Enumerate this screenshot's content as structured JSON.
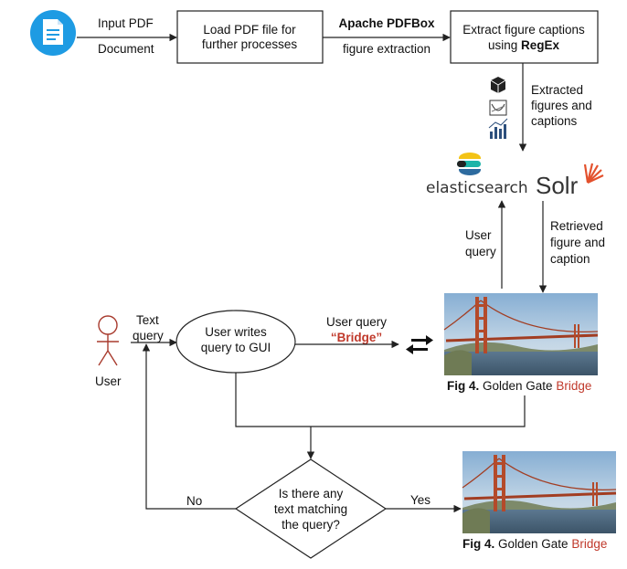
{
  "nodes": {
    "input_pdf": {
      "line1": "Input PDF",
      "line2": "Document"
    },
    "load_pdf": {
      "line1": "Load PDF file for",
      "line2": "further processes"
    },
    "pdfbox": {
      "prefix": "Apache ",
      "name": "PDFBox",
      "sub": "figure extraction"
    },
    "extract": {
      "line1": "Extract figure captions",
      "prefix": "using ",
      "name": "RegEx"
    },
    "extracted": {
      "line1": "Extracted",
      "line2": "figures and",
      "line3": "captions"
    },
    "elasticsearch": {
      "label": "elasticsearch"
    },
    "solr": {
      "label": "Solr"
    },
    "user_query_up": {
      "line1": "User",
      "line2": "query"
    },
    "retrieved": {
      "line1": "Retrieved",
      "line2": "figure and",
      "line3": "caption"
    },
    "user": {
      "label": "User"
    },
    "text_query": {
      "line1": "Text",
      "line2": "query"
    },
    "gui": {
      "line1": "User writes",
      "line2": "query to GUI"
    },
    "query_label": {
      "line1": "User query",
      "quoted": "“Bridge”"
    },
    "caption_top": {
      "bold": "Fig 4.",
      "plain": " Golden Gate ",
      "red": "Bridge"
    },
    "decision": {
      "line1": "Is there any",
      "line2": "text matching",
      "line3": "the query?"
    },
    "no": "No",
    "yes": "Yes",
    "caption_bottom": {
      "bold": "Fig 4.",
      "plain": " Golden Gate ",
      "red": "Bridge"
    }
  },
  "icons": {
    "document": "document-icon",
    "types": [
      "3d-object-icon",
      "line-chart-icon",
      "bar-chart-icon"
    ],
    "swap": "swap-arrows-icon"
  },
  "colors": {
    "doc_circle": "#1e9be3",
    "accent_red": "#c0392b",
    "es_yellow": "#f3c316",
    "es_teal": "#1cb4a8",
    "es_blue": "#2d6b9f",
    "solr_orange": "#e3512d"
  }
}
